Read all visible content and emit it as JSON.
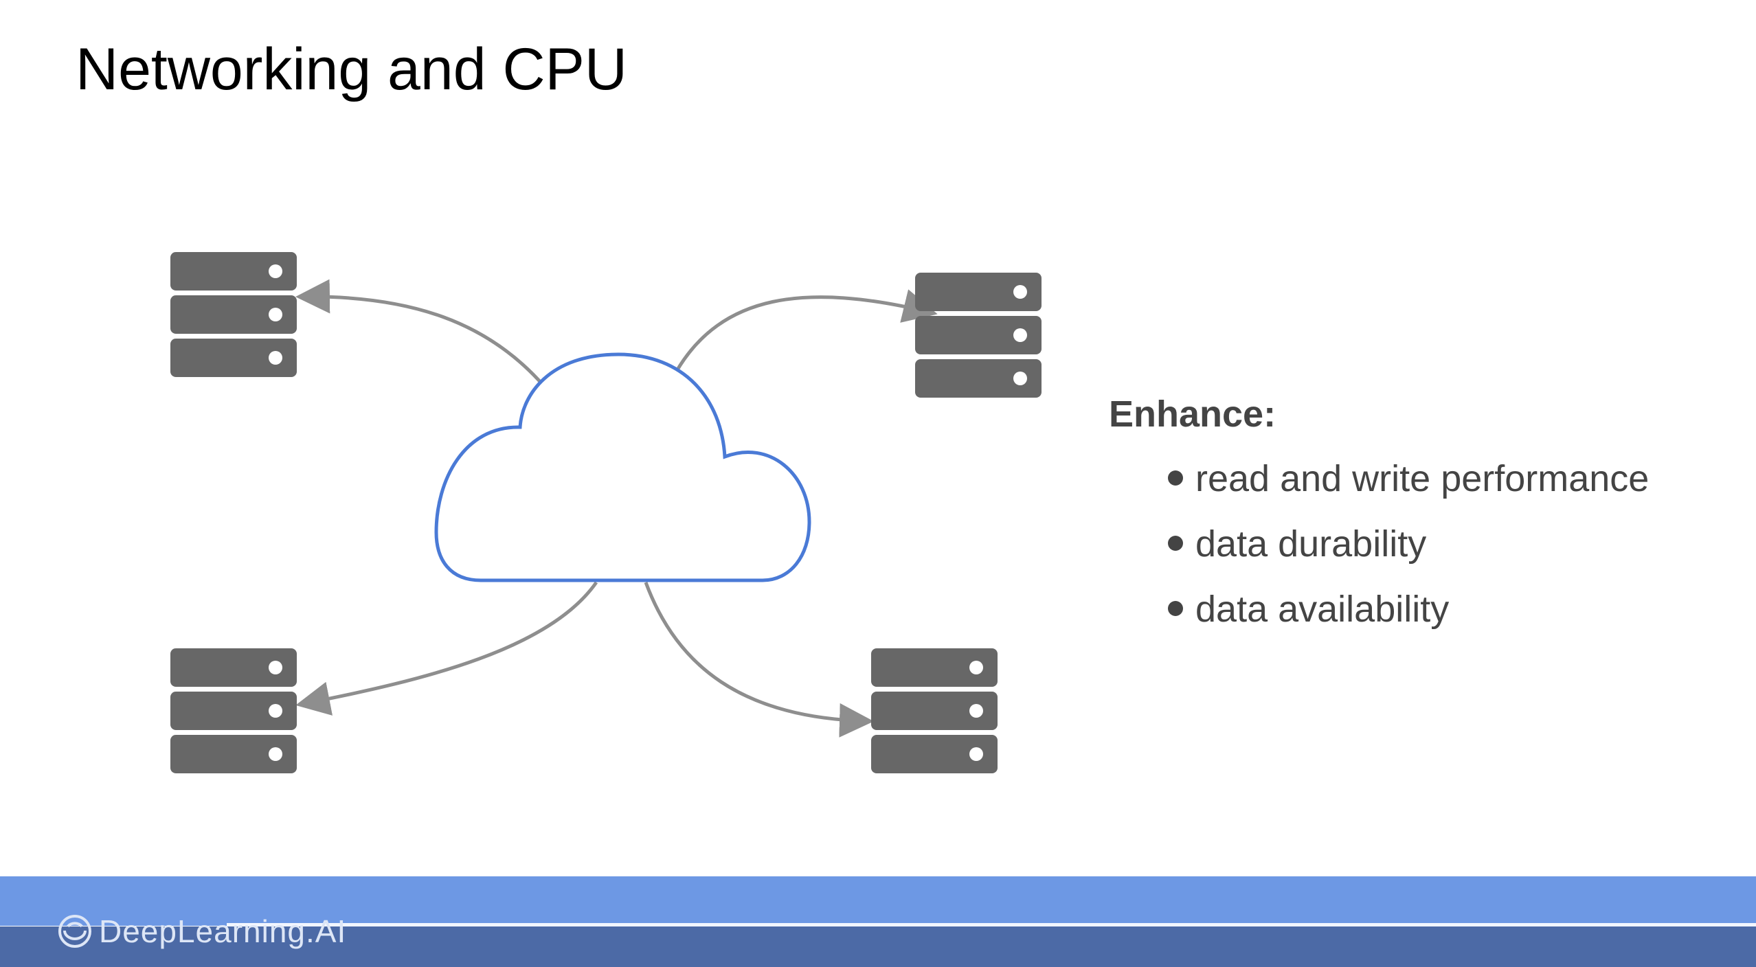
{
  "slide": {
    "title": "Networking and CPU"
  },
  "panel": {
    "heading": "Enhance:",
    "bullets": [
      "read and write performance",
      "data durability",
      "data availability"
    ]
  },
  "footer": {
    "logo_text": "DeepLearning.AI"
  },
  "icons": {
    "center": "cloud-icon",
    "nodes": [
      "server-rack-icon",
      "server-rack-icon",
      "server-rack-icon",
      "server-rack-icon"
    ]
  },
  "colors": {
    "cloud_stroke": "#4a7ad6",
    "server_fill": "#676767",
    "arrow_stroke": "#8e8e8e",
    "text_gray": "#444444",
    "footer_band": "#6d98e4",
    "footer_bottom": "#4c6aa6"
  }
}
